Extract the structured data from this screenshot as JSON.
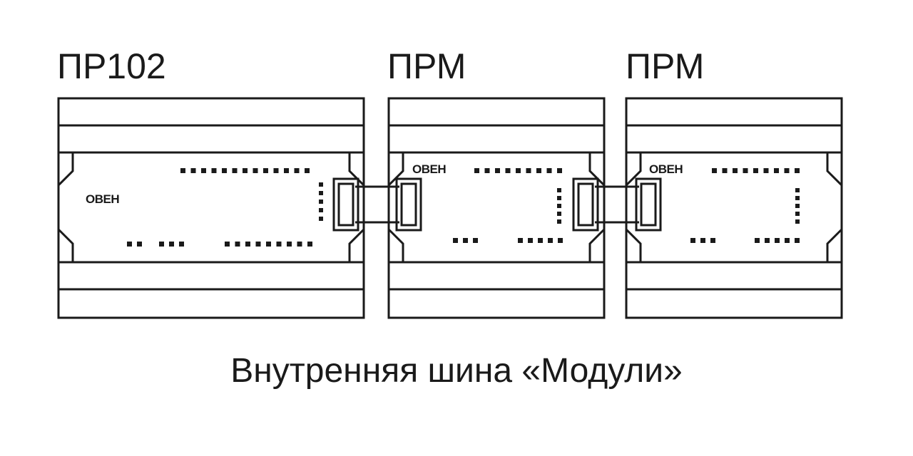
{
  "modules": [
    {
      "label": "ПР102",
      "logo": "ОВЕН"
    },
    {
      "label": "ПРМ",
      "logo": "ОВЕН"
    },
    {
      "label": "ПРМ",
      "logo": "ОВЕН"
    }
  ],
  "caption": "Внутренняя шина «Модули»",
  "colors": {
    "line": "#1a1a1a",
    "background": "#ffffff"
  }
}
